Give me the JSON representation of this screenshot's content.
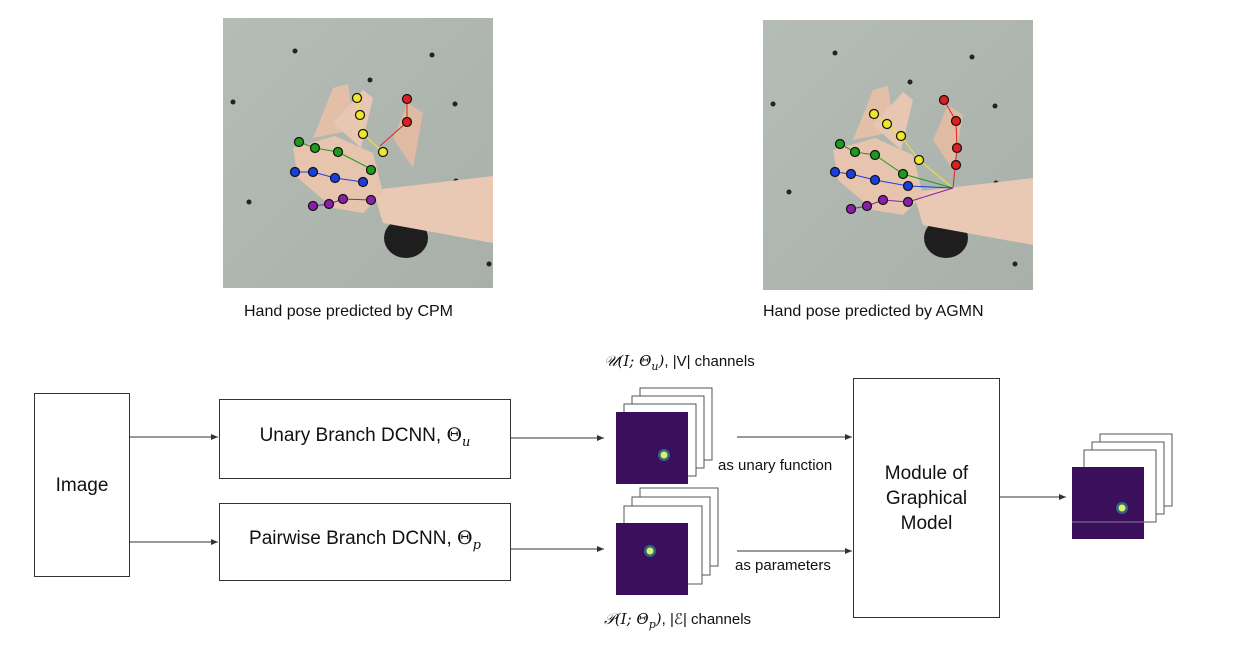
{
  "photos": {
    "cpm_caption": "Hand pose predicted by CPM",
    "agmn_caption": "Hand pose predicted by AGMN"
  },
  "pipeline": {
    "input_label": "Image",
    "unary_branch": {
      "text": "Unary Branch DCNN, ",
      "theta": "Θ",
      "sub": "u"
    },
    "pairwise_branch": {
      "text": "Pairwise Branch DCNN, ",
      "theta": "Θ",
      "sub": "p"
    },
    "unary_output": {
      "math": "𝒰(I; Θ",
      "sub": "u",
      "close": ")",
      "suffix": ", |V| channels"
    },
    "pairwise_output": {
      "math": "𝒫(I; Θ",
      "sub": "p",
      "close": ")",
      "suffix": ", |ℰ| channels"
    },
    "unary_edge_label": "as unary function",
    "pairwise_edge_label": "as parameters",
    "graphical_model_label": [
      "Module of",
      "Graphical",
      "Model"
    ]
  },
  "colors": {
    "heatmap_bg": "#3b0f5c",
    "heatmap_peak": "#d9f26b",
    "thumb": "#e02020",
    "index": "#f0e82a",
    "middle": "#1e9a1e",
    "ring": "#1a3ee0",
    "pinky": "#8a1fa8"
  }
}
